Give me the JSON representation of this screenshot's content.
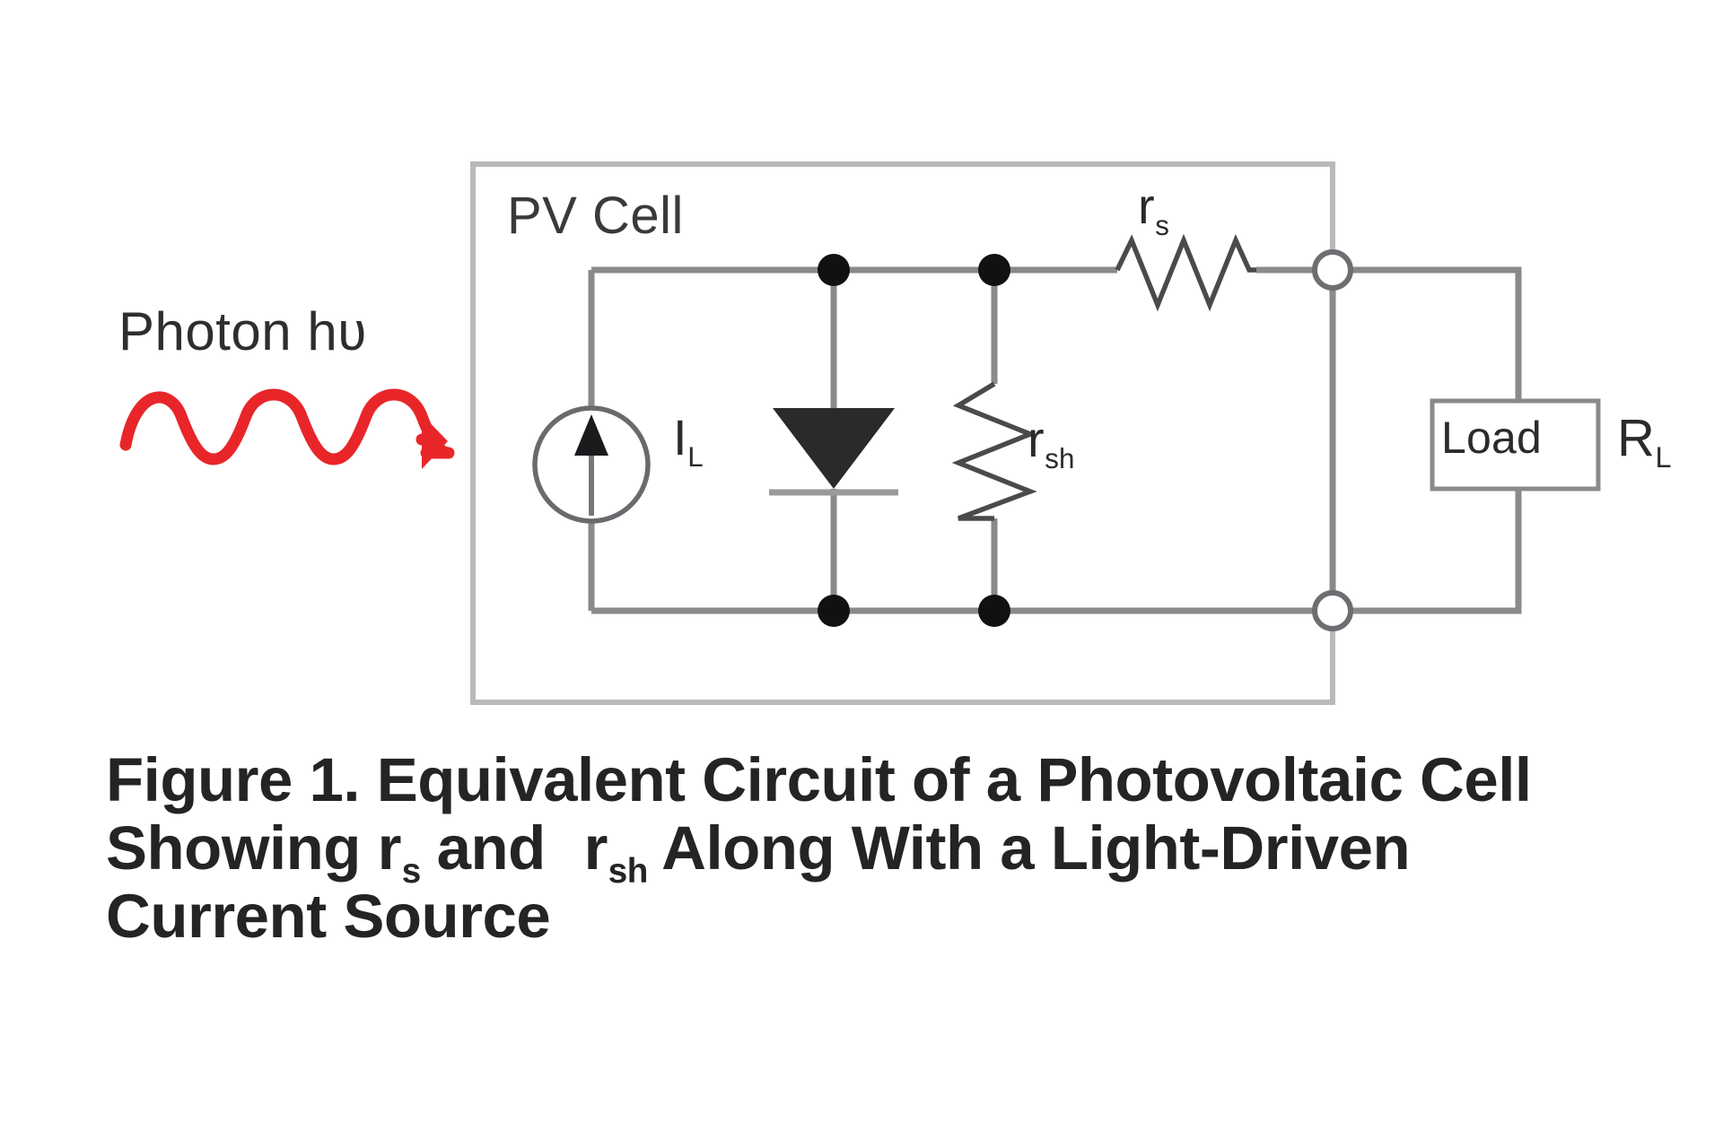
{
  "figure": {
    "photon_label": "Photon h",
    "photon_symbol": "ʋ",
    "pv_cell_label": "PV Cell",
    "current_source_label": "I",
    "current_source_sub": "L",
    "shunt_resistor_label": "r",
    "shunt_resistor_sub": "sh",
    "series_resistor_label": "r",
    "series_resistor_sub": "s",
    "load_label": "Load",
    "load_resistor_label": "R",
    "load_resistor_sub": "L",
    "accent_color": "#e8262a",
    "wire_color": "#8a8a8d",
    "ink_color": "#242427"
  },
  "caption": {
    "line1": "Figure 1. Equivalent Circuit of a Photovoltaic Cell",
    "line2_a": "Showing r",
    "line2_sub_a": "s",
    "line2_b": " and ",
    "line2_c": "r",
    "line2_sub_b": "sh",
    "line2_d": " Along With a Light-Driven",
    "line3": "Current Source",
    "full_text": "Figure 1. Equivalent Circuit of a Photovoltaic Cell Showing rs and rsh Along With a Light-Driven Current Source"
  },
  "chart_data": {
    "type": "diagram",
    "title": "Equivalent Circuit of a Photovoltaic Cell",
    "components": [
      {
        "name": "photon-source",
        "label": "Photon hʋ",
        "kind": "incident-light-arrow",
        "color": "#e8262a"
      },
      {
        "name": "pv-cell-boundary",
        "label": "PV Cell",
        "kind": "enclosure"
      },
      {
        "name": "light-current-source",
        "label": "IL",
        "kind": "current-source",
        "direction": "up"
      },
      {
        "name": "diode",
        "label": "",
        "kind": "diode",
        "orientation": "cathode-down"
      },
      {
        "name": "shunt-resistance",
        "label": "rsh",
        "kind": "resistor",
        "orientation": "vertical"
      },
      {
        "name": "series-resistance",
        "label": "rs",
        "kind": "resistor",
        "orientation": "horizontal"
      },
      {
        "name": "output-terminal-top",
        "label": "",
        "kind": "open-terminal"
      },
      {
        "name": "output-terminal-bottom",
        "label": "",
        "kind": "open-terminal"
      },
      {
        "name": "load",
        "label": "Load RL",
        "kind": "load-box"
      }
    ],
    "connections": [
      "current-source -> top-rail",
      "top-rail -> diode-anode",
      "top-rail -> shunt-resistance",
      "top-rail -> series-resistance -> output-terminal-top",
      "output-terminal-top -> load -> output-terminal-bottom",
      "output-terminal-bottom -> bottom-rail -> current-source"
    ]
  }
}
